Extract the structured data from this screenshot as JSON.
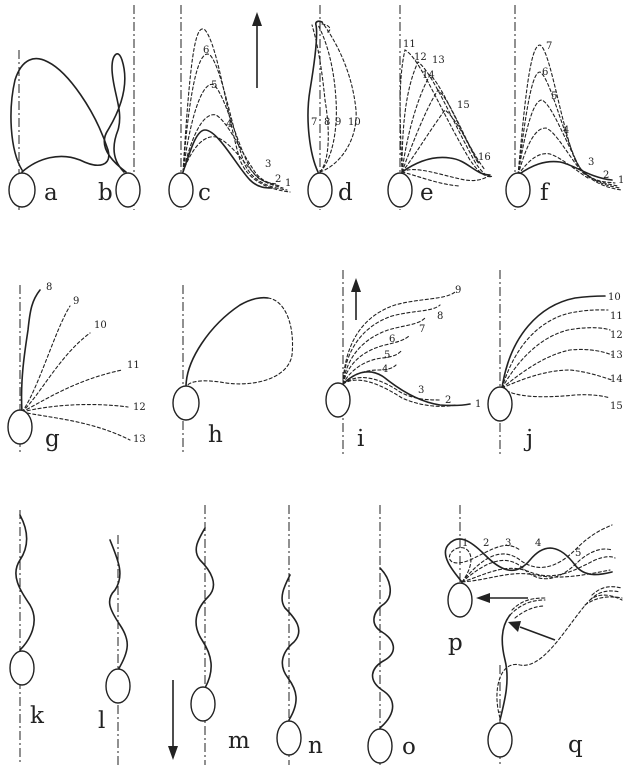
{
  "panels": [
    {
      "letter": "a",
      "numbers": []
    },
    {
      "letter": "b",
      "numbers": []
    },
    {
      "letter": "c",
      "numbers": [
        "1",
        "2",
        "3",
        "4",
        "5",
        "6"
      ]
    },
    {
      "letter": "d",
      "numbers": [
        "7",
        "8",
        "9",
        "10"
      ]
    },
    {
      "letter": "e",
      "numbers": [
        "11",
        "12",
        "13",
        "14",
        "15",
        "16"
      ]
    },
    {
      "letter": "f",
      "numbers": [
        "1",
        "2",
        "3",
        "4",
        "5",
        "6",
        "7"
      ]
    },
    {
      "letter": "g",
      "numbers": [
        "8",
        "9",
        "10",
        "11",
        "12",
        "13"
      ]
    },
    {
      "letter": "h",
      "numbers": []
    },
    {
      "letter": "i",
      "numbers": [
        "1",
        "2",
        "3",
        "4",
        "5",
        "6",
        "7",
        "8",
        "9"
      ]
    },
    {
      "letter": "j",
      "numbers": [
        "10",
        "11",
        "12",
        "13",
        "14",
        "15"
      ]
    },
    {
      "letter": "k",
      "numbers": []
    },
    {
      "letter": "l",
      "numbers": []
    },
    {
      "letter": "m",
      "numbers": []
    },
    {
      "letter": "n",
      "numbers": []
    },
    {
      "letter": "o",
      "numbers": []
    },
    {
      "letter": "p",
      "numbers": [
        "1",
        "2",
        "3",
        "4",
        "5"
      ]
    },
    {
      "letter": "q",
      "numbers": []
    }
  ]
}
